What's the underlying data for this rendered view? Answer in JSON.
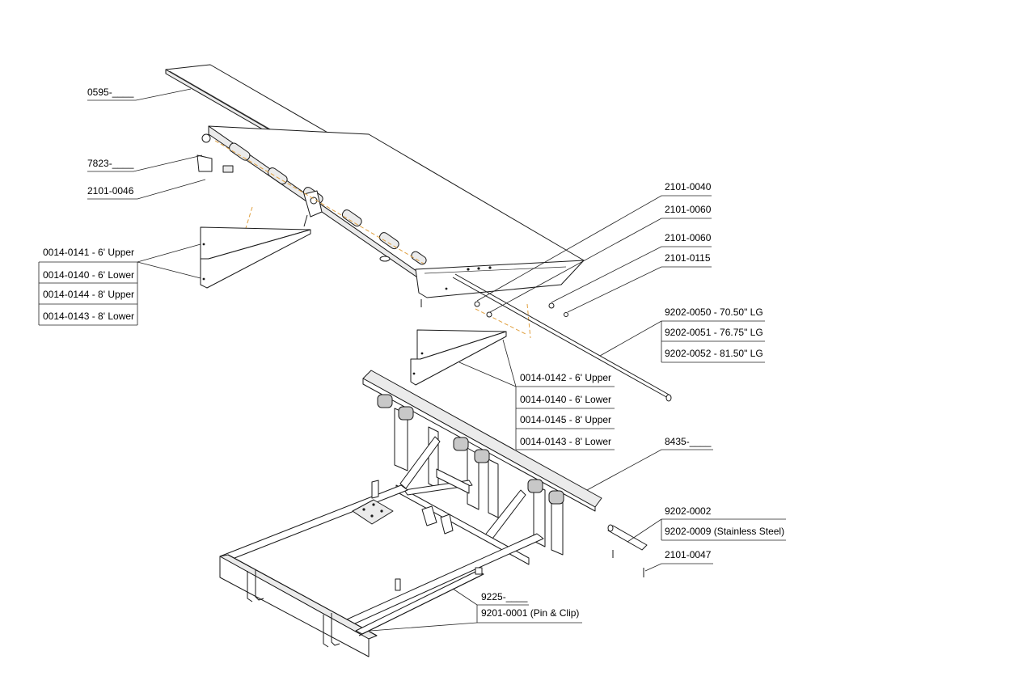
{
  "callouts": {
    "lip_plate": "0595-____",
    "deck_plate": "7823-____",
    "lip_clip": "2101-0046",
    "left_gusset": [
      "0014-0141 - 6' Upper",
      "0014-0140 - 6' Lower",
      "0014-0144 - 8' Upper",
      "0014-0143 - 8' Lower"
    ],
    "hinge_hardware": [
      "2101-0040",
      "2101-0060",
      "2101-0060",
      "2101-0115"
    ],
    "hinge_pin": [
      "9202-0050 - 70.50\" LG",
      "9202-0051 - 76.75\" LG",
      "9202-0052 - 81.50\" LG"
    ],
    "right_gusset": [
      "0014-0142 - 6' Upper",
      "0014-0140 - 6' Lower",
      "0014-0145 - 8' Upper",
      "0014-0143 - 8' Lower"
    ],
    "frame": "8435-____",
    "short_pin": [
      "9202-0002",
      "9202-0009 (Stainless Steel)"
    ],
    "cotter_pin": "2101-0047",
    "maintenance_strut": "9225-____",
    "pin_and_clip": "9201-0001 (Pin & Clip)"
  }
}
